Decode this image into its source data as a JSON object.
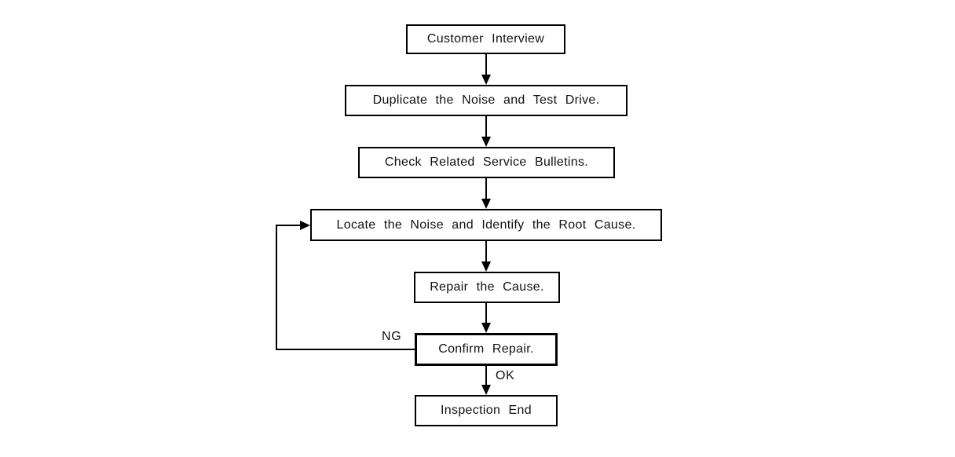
{
  "diagram": {
    "type": "flowchart",
    "nodes": [
      {
        "id": "customer-interview",
        "label": "Customer Interview"
      },
      {
        "id": "duplicate-noise",
        "label": "Duplicate the Noise and Test Drive."
      },
      {
        "id": "check-service-bulletins",
        "label": "Check Related Service Bulletins."
      },
      {
        "id": "locate-noise-root-cause",
        "label": "Locate the Noise and Identify the Root Cause."
      },
      {
        "id": "repair-cause",
        "label": "Repair the Cause."
      },
      {
        "id": "confirm-repair",
        "label": "Confirm Repair."
      },
      {
        "id": "inspection-end",
        "label": "Inspection End"
      }
    ],
    "edges": [
      {
        "from": "customer-interview",
        "to": "duplicate-noise"
      },
      {
        "from": "duplicate-noise",
        "to": "check-service-bulletins"
      },
      {
        "from": "check-service-bulletins",
        "to": "locate-noise-root-cause"
      },
      {
        "from": "locate-noise-root-cause",
        "to": "repair-cause"
      },
      {
        "from": "repair-cause",
        "to": "confirm-repair"
      },
      {
        "from": "confirm-repair",
        "to": "inspection-end",
        "label": "OK"
      },
      {
        "from": "confirm-repair",
        "to": "locate-noise-root-cause",
        "label": "NG"
      }
    ],
    "edge_labels": {
      "ng": "NG",
      "ok": "OK"
    },
    "colors": {
      "line": "#000000",
      "background": "#ffffff",
      "box_fill": "#ffffff"
    }
  }
}
